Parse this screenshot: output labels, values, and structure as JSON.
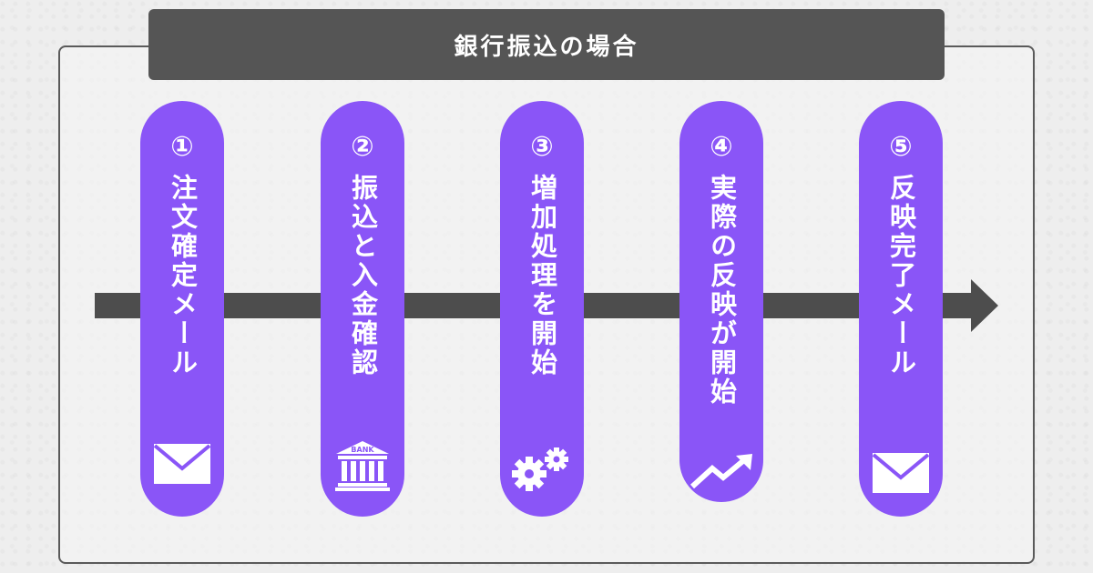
{
  "title": "銀行振込の場合",
  "steps": [
    {
      "number": "①",
      "label": "注文確定メール",
      "icon": "mail-icon"
    },
    {
      "number": "②",
      "label": "振込と入金確認",
      "icon": "bank-icon",
      "icon_text": "BANK"
    },
    {
      "number": "③",
      "label": "増加処理を開始",
      "icon": "gears-icon"
    },
    {
      "number": "④",
      "label": "実際の反映が開始",
      "icon": "trend-up-icon"
    },
    {
      "number": "⑤",
      "label": "反映完了メール",
      "icon": "mail-icon"
    }
  ],
  "colors": {
    "pill": "#8a55f7",
    "title_bar": "#555555",
    "arrow": "#4d4d4d",
    "background": "#eeeeee"
  }
}
